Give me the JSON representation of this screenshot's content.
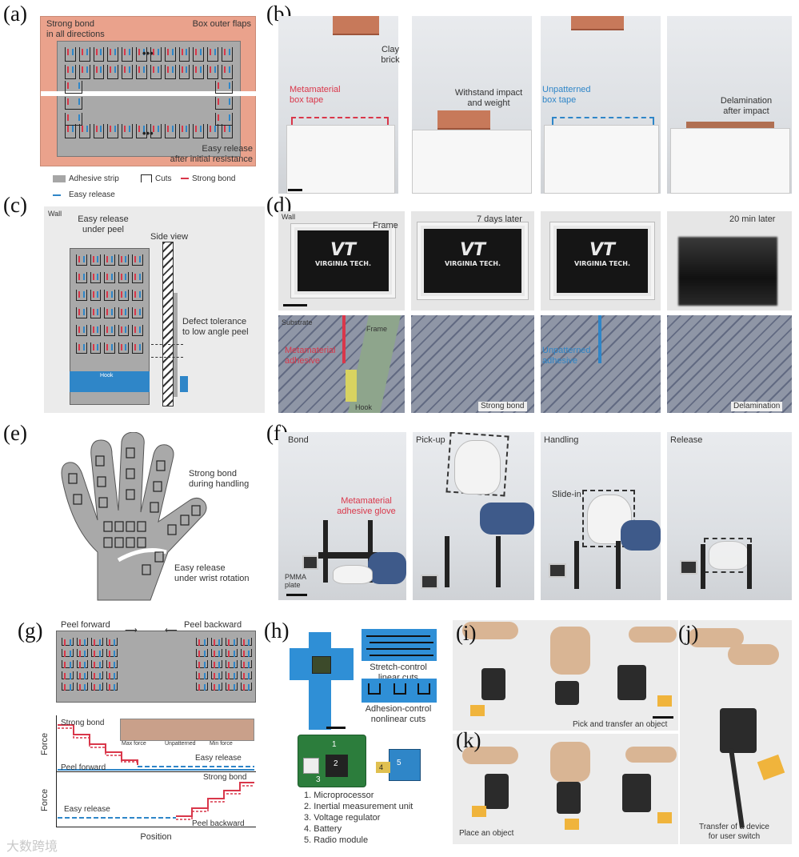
{
  "panels": {
    "a": {
      "label": "(a)",
      "strong_bond": "Strong bond\nin all directions",
      "outer_flaps": "Box outer flaps",
      "easy_release": "Easy release\nafter initial resistance",
      "legend_adhesive": "Adhesive strip",
      "legend_cuts": "Cuts",
      "legend_strong": "Strong bond",
      "legend_easy": "Easy release",
      "ellipsis": "•••"
    },
    "b": {
      "label": "(b)",
      "clay_brick": "Clay\nbrick",
      "metamaterial_tape": "Metamaterial\nbox tape",
      "withstand": "Withstand impact\nand weight",
      "unpatterned_tape": "Unpatterned\nbox tape",
      "delamination": "Delamination\nafter impact"
    },
    "c": {
      "label": "(c)",
      "wall": "Wall",
      "easy_release_peel": "Easy release\nunder peel",
      "side_view": "Side view",
      "defect_tolerance": "Defect tolerance\nto low angle peel",
      "hook": "Hook"
    },
    "d": {
      "label": "(d)",
      "wall": "Wall",
      "frame": "Frame",
      "seven_days": "7 days later",
      "twenty_min": "20 min later",
      "vt_logo": "VT",
      "vt_text": "VIRGINIA TECH.",
      "substrate": "Substrate",
      "frame2": "Frame",
      "metamaterial_adhesive": "Metamaterial\nadhesive",
      "hook": "Hook",
      "strong_bond": "Strong bond",
      "unpatterned_adhesive": "Unpatterned\nadhesive",
      "delamination": "Delamination"
    },
    "e": {
      "label": "(e)",
      "strong_bond": "Strong bond\nduring handling",
      "easy_release": "Easy release\nunder wrist rotation"
    },
    "f": {
      "label": "(f)",
      "bond": "Bond",
      "pickup": "Pick-up",
      "handling": "Handling",
      "release": "Release",
      "glove": "Metamaterial\nadhesive glove",
      "pmma": "PMMA\nplate",
      "slide_in": "Slide-in"
    },
    "g": {
      "label": "(g)",
      "peel_forward_top": "Peel forward",
      "peel_backward_top": "Peel backward",
      "strong_bond": "Strong bond",
      "max_force": "Max force",
      "unpatterned": "Unpatterned",
      "min_force": "Min force",
      "easy_release": "Easy release",
      "peel_forward": "Peel forward",
      "strong_bond2": "Strong bond",
      "easy_release2": "Easy release",
      "peel_backward": "Peel backward",
      "force": "Force",
      "position": "Position"
    },
    "h": {
      "label": "(h)",
      "stretch_control": "Stretch-control\nlinear cuts",
      "adhesion_control": "Adhesion-control\nnonlinear cuts",
      "components": [
        "1. Microprocessor",
        "2. Inertial measurement unit",
        "3. Voltage regulator",
        "4. Battery",
        "5. Radio module"
      ],
      "chip_labels": [
        "1",
        "2",
        "3",
        "4",
        "5"
      ]
    },
    "i": {
      "label": "(i)",
      "caption": "Pick and transfer an object"
    },
    "j": {
      "label": "(j)",
      "caption": "Transfer of a device\nfor user switch"
    },
    "k": {
      "label": "(k)",
      "caption": "Place an object"
    }
  },
  "watermark": "大数跨境",
  "colors": {
    "strong_bond": "#d9374a",
    "easy_release": "#2f86c8",
    "adhesive": "#a6a6a6",
    "salmon": "#eaa28c"
  }
}
